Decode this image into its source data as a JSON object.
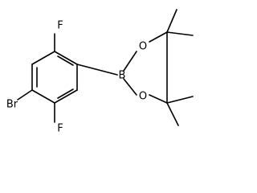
{
  "molecule": {
    "atoms": {
      "bromine": "Br",
      "fluorine_top": "F",
      "fluorine_bottom": "F",
      "boron": "B",
      "oxygen_top": "O",
      "oxygen_bottom": "O"
    }
  },
  "colors": {
    "bond": "#000000",
    "label": "#000000",
    "background": "#ffffff"
  }
}
